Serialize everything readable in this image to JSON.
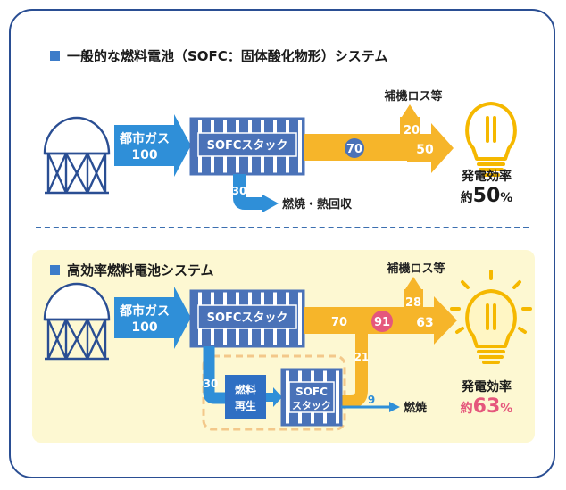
{
  "section1": {
    "title": "一般的な燃料電池（SOFC：固体酸化物形）システム",
    "input_label_line1": "都市ガス",
    "input_label_line2": "100",
    "stack_label": "SOFCスタック",
    "flow_main": "70",
    "flow_output": "50",
    "flow_loss": "20",
    "loss_label": "補機ロス等",
    "flow_heat": "30",
    "heat_label": "燃焼・熱回収",
    "efficiency_label": "発電効率",
    "efficiency_prefix": "約",
    "efficiency_value": "50",
    "efficiency_unit": "%"
  },
  "section2": {
    "title": "高効率燃料電池システム",
    "input_label_line1": "都市ガス",
    "input_label_line2": "100",
    "stack_label": "SOFCスタック",
    "flow_main": "70",
    "flow_combined": "91",
    "flow_output": "63",
    "flow_loss": "28",
    "loss_label": "補機ロス等",
    "flow_recycle": "30",
    "regen_label_line1": "燃料",
    "regen_label_line2": "再生",
    "stack2_label_line1": "SOFC",
    "stack2_label_line2": "スタック",
    "flow_second": "21",
    "flow_burn": "9",
    "burn_label": "燃焼",
    "efficiency_label": "発電効率",
    "efficiency_prefix": "約",
    "efficiency_value": "63",
    "efficiency_unit": "%"
  },
  "colors": {
    "frame": "#2a4e93",
    "blue_arrow": "#2f8fd8",
    "stack_fill": "#4a72b8",
    "orange_arrow": "#f6b52a",
    "highlight_bg": "#fdf8d2",
    "pink_badge": "#e5577c",
    "bulb_yellow": "#f5b800"
  }
}
